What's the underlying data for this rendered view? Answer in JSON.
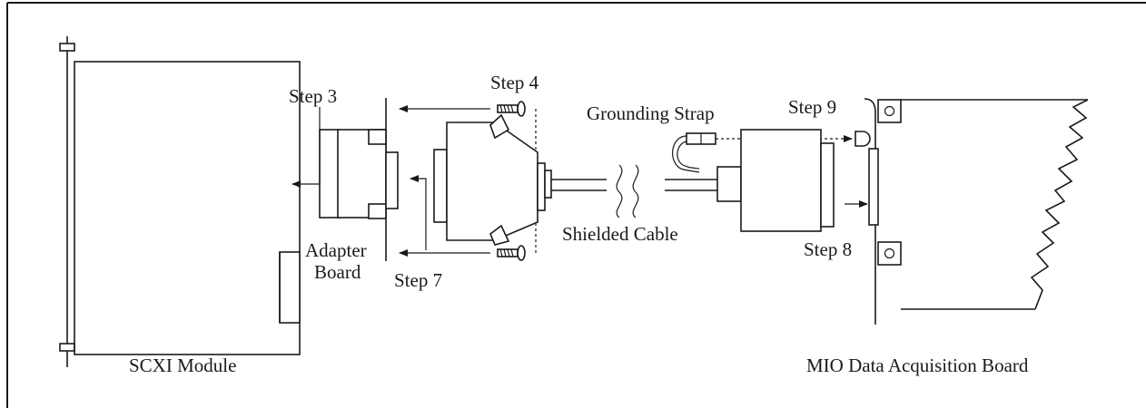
{
  "labels": {
    "step3": "Step 3",
    "step4": "Step 4",
    "step7": "Step 7",
    "step8": "Step 8",
    "step9": "Step 9",
    "grounding_strap": "Grounding Strap",
    "shielded_cable": "Shielded Cable",
    "adapter_board_line1": "Adapter",
    "adapter_board_line2": "Board",
    "scxi_module": "SCXI Module",
    "mio_board": "MIO Data Acquisition Board"
  }
}
